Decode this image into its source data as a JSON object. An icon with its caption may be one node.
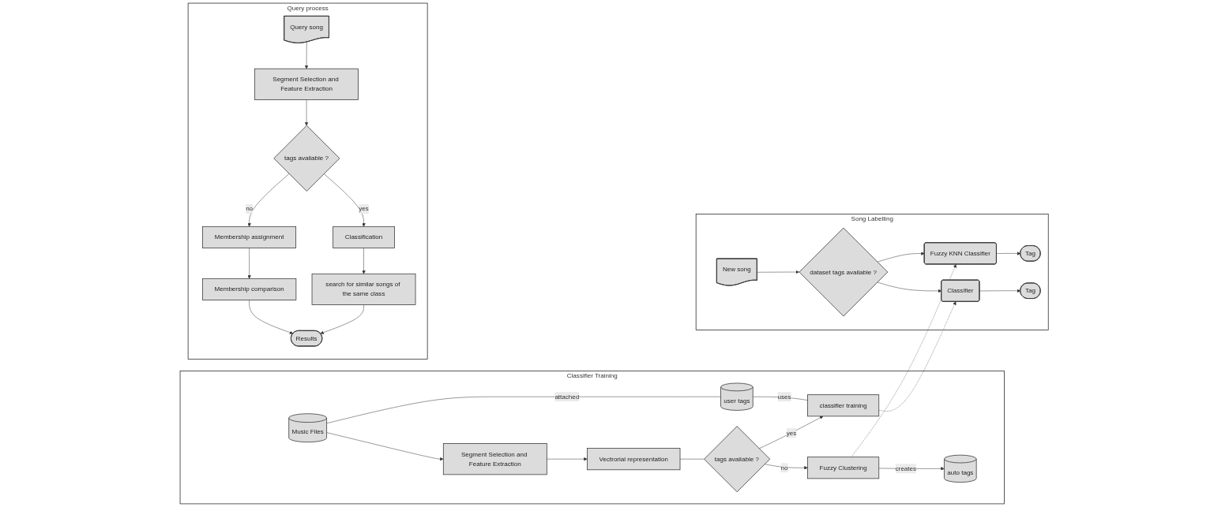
{
  "diagram": {
    "nodes": [
      {
        "text": [
          "Classifier Training"
        ]
      },
      {
        "text": [
          "Music Files"
        ],
        "in": 0
      },
      {
        "text": [
          "Segment Selection and Feature Extraction"
        ],
        "in": 0
      },
      {
        "text": [
          "Vectrorial representation"
        ],
        "in": 0
      },
      {
        "text": [
          "auto tags"
        ],
        "in": 0
      },
      {
        "text": [
          "user tags"
        ],
        "in": 0
      },
      {
        "text": [
          "classifier training"
        ],
        "in": 0
      },
      {
        "text": [
          "tags available ?"
        ],
        "in": 0
      },
      {
        "text": [
          "Fuzzy Clustering"
        ],
        "in": 0
      },
      {
        "text": [
          "Song Labelling"
        ]
      },
      {
        "text": [
          "Tag"
        ],
        "in": 9
      },
      {
        "text": [
          "Classifier"
        ],
        "in": 9
      },
      {
        "text": [
          "dataset tags available ?"
        ],
        "in": 9
      },
      {
        "text": [
          "Fuzzy KNN Classifier"
        ],
        "in": 9
      },
      {
        "text": [
          "New song"
        ],
        "in": 9
      },
      {
        "text": [
          "Tag"
        ],
        "in": 9
      },
      {
        "text": [
          "Query process"
        ]
      },
      {
        "text": [
          "Query song"
        ],
        "in": 16
      },
      {
        "text": [
          "Segment Selection and Feature Extraction"
        ],
        "in": 16
      },
      {
        "text": [
          "Membership assignment"
        ],
        "in": 16
      },
      {
        "text": [
          "tags available ?"
        ],
        "in": 16
      },
      {
        "text": [
          "Membership comparison"
        ],
        "in": 16
      },
      {
        "text": [
          "Classification"
        ],
        "in": 16
      },
      {
        "text": [
          "search for similar songs of the same class"
        ],
        "in": 16
      },
      {
        "text": [
          "Results"
        ],
        "in": 16
      }
    ],
    "edges": [
      {
        "from": 1,
        "to": 2,
        "arrow": "to"
      },
      {
        "from": 2,
        "to": 3,
        "arrow": "to"
      },
      {
        "from": 1,
        "to": 5,
        "arrow": "none",
        "label": "attached"
      },
      {
        "from": 5,
        "to": 6,
        "arrow": "none",
        "label": "uses"
      },
      {
        "from": 3,
        "to": 7,
        "arrow": "none"
      },
      {
        "from": 7,
        "to": 6,
        "arrow": "to",
        "label": "yes"
      },
      {
        "from": 7,
        "to": 8,
        "arrow": "to",
        "label": "no"
      },
      {
        "from": 8,
        "to": 4,
        "arrow": "to",
        "label": "creates"
      },
      {
        "from": 6,
        "to": 11,
        "arrow": "to",
        "style": "dashed"
      },
      {
        "from": 8,
        "to": 13,
        "arrow": "to",
        "style": "dashed"
      },
      {
        "from": 12,
        "to": 11,
        "arrow": "to"
      },
      {
        "from": 12,
        "to": 13,
        "arrow": "to"
      },
      {
        "from": 11,
        "to": 10,
        "arrow": "to"
      },
      {
        "from": 13,
        "to": 15,
        "arrow": "to"
      },
      {
        "from": 14,
        "to": 12,
        "arrow": "to"
      },
      {
        "from": 17,
        "to": 18,
        "arrow": "to"
      },
      {
        "from": 18,
        "to": 20,
        "arrow": "to"
      },
      {
        "from": 20,
        "to": 19,
        "arrow": "to",
        "label": "no"
      },
      {
        "from": 20,
        "to": 22,
        "arrow": "to",
        "label": "yes"
      },
      {
        "from": 19,
        "to": 21,
        "arrow": "to"
      },
      {
        "from": 21,
        "to": 24,
        "arrow": "to"
      },
      {
        "from": 22,
        "to": 23,
        "arrow": "to"
      },
      {
        "from": 23,
        "to": 24,
        "arrow": "to"
      }
    ]
  }
}
